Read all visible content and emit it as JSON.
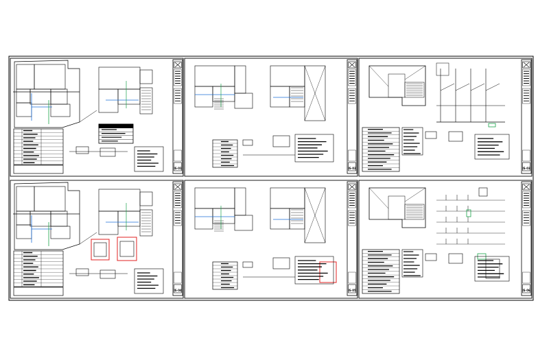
{
  "colors": {
    "background": "#ffffff",
    "line": "#000000",
    "accent_blue": "#1e6fd9",
    "accent_green": "#1aa34a",
    "accent_red": "#e02020"
  },
  "sheets": [
    {
      "id": "sheet-1",
      "code": "IS-01",
      "layout": "floorplan-a"
    },
    {
      "id": "sheet-2",
      "code": "IS-02",
      "layout": "floorplan-b"
    },
    {
      "id": "sheet-3",
      "code": "IS-03",
      "layout": "roof-isometric"
    },
    {
      "id": "sheet-4",
      "code": "IS-04",
      "layout": "floorplan-a-red"
    },
    {
      "id": "sheet-5",
      "code": "IS-05",
      "layout": "floorplan-b-red"
    },
    {
      "id": "sheet-6",
      "code": "IS-06",
      "layout": "roof-isometric-b"
    }
  ]
}
